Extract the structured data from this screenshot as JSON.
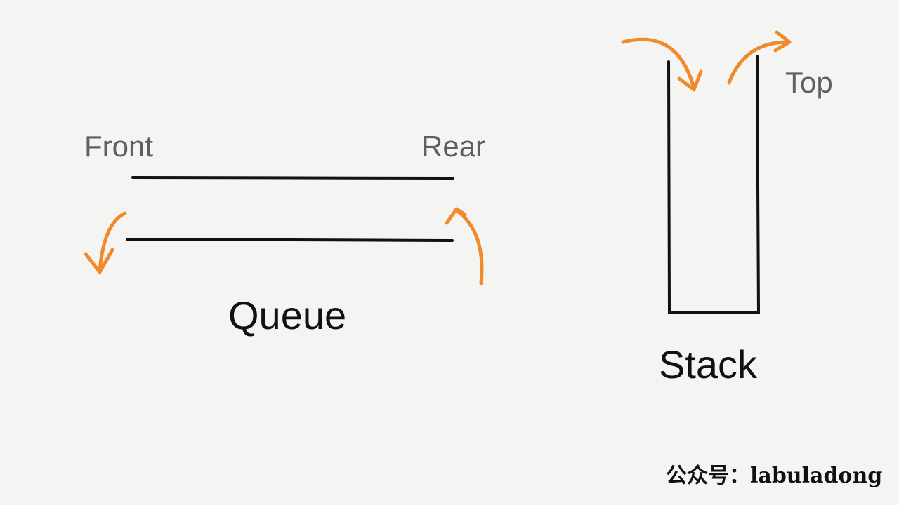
{
  "queue": {
    "front_label": "Front",
    "rear_label": "Rear",
    "title": "Queue"
  },
  "stack": {
    "top_label": "Top",
    "title": "Stack"
  },
  "watermark": "公众号：labuladong",
  "colors": {
    "arrow": "#f08a2c",
    "line": "#111111",
    "label": "#5f5f5f",
    "background": "#f4f4f2"
  }
}
